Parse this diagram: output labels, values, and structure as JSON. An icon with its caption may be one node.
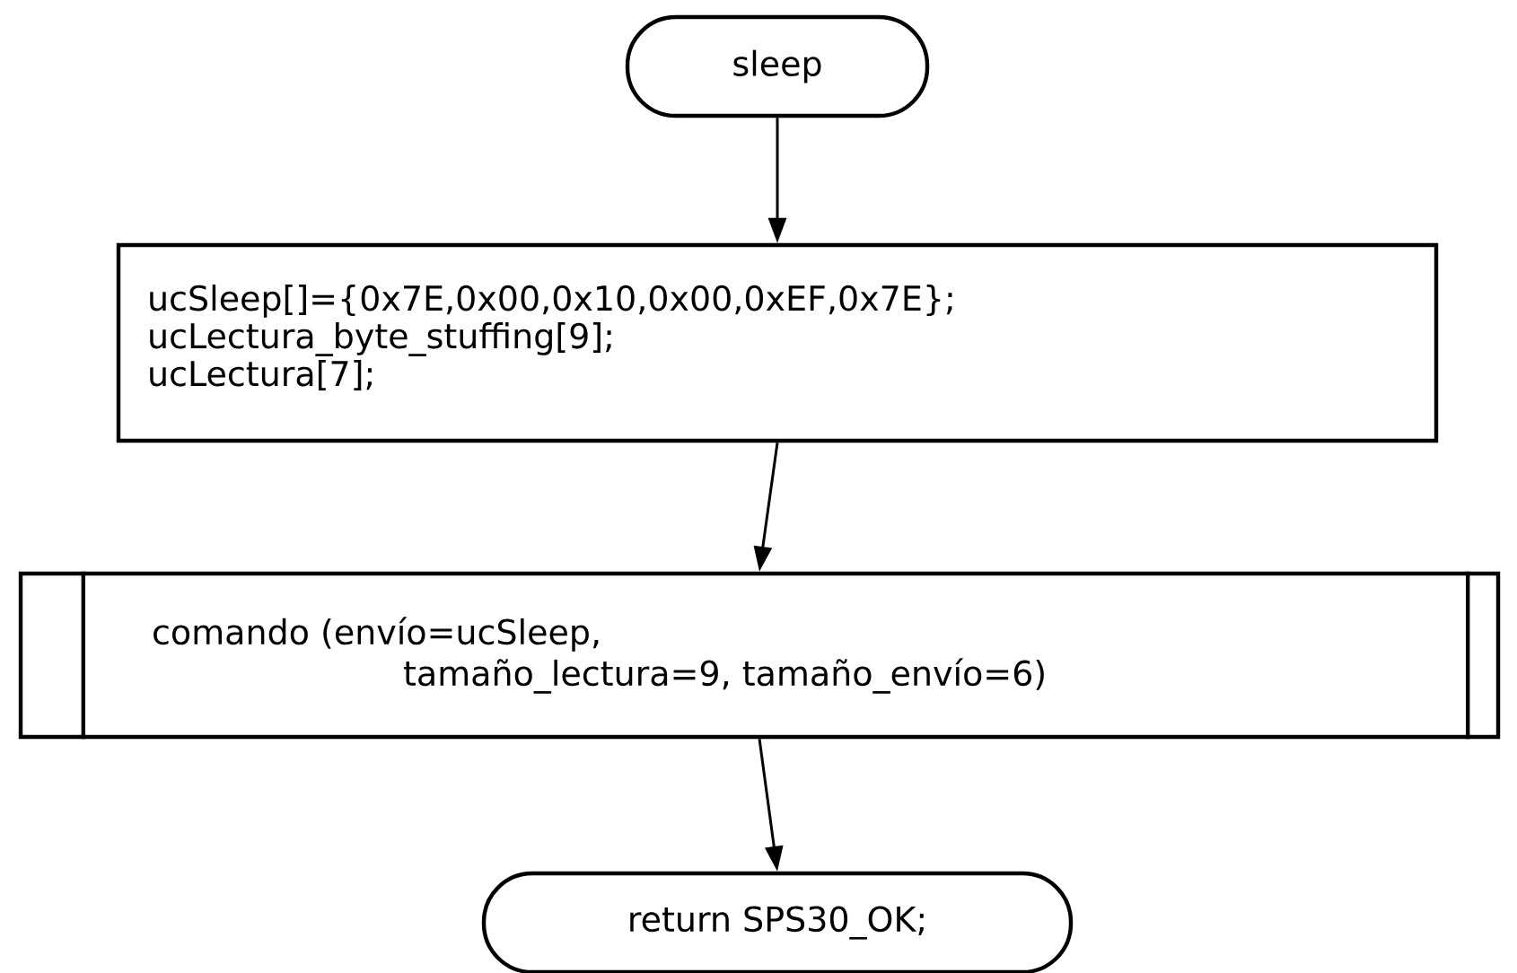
{
  "diagram": {
    "nodes": [
      {
        "text": [
          "sleep"
        ]
      },
      {
        "text": [
          "ucSleep[]={0x7E,0x00,0x10,0x00,0xEF,0x7E};",
          "ucLectura_byte_stuffing[9];",
          "ucLectura[7];"
        ]
      },
      {
        "text": [
          "comando (envío=ucSleep,",
          "tamaño_lectura=9, tamaño_envío=6)"
        ]
      },
      {
        "text": [
          "return SPS30_OK;"
        ]
      }
    ],
    "edges": [
      {
        "from": 0,
        "to": 1,
        "arrow": "to"
      },
      {
        "from": 1,
        "to": 2,
        "arrow": "to"
      },
      {
        "from": 2,
        "to": 3,
        "arrow": "to"
      }
    ]
  }
}
